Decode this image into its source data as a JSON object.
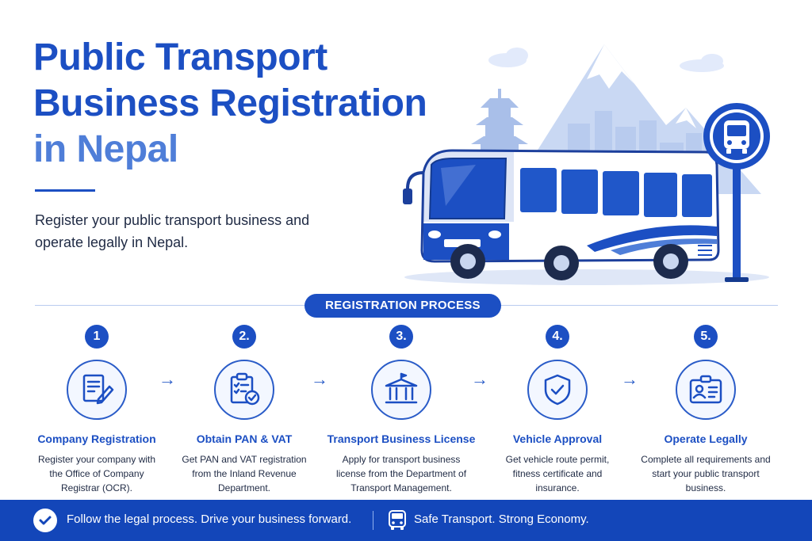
{
  "header": {
    "title_lines": [
      "Public Transport",
      "Business Registration",
      "in Nepal"
    ],
    "subtitle": "Register your public transport business and operate legally in Nepal."
  },
  "illustration": {
    "bus_stop_sign_icon": "bus-icon",
    "scene": [
      "mountain",
      "pagoda-temple",
      "city-skyline",
      "bus",
      "bus-stop-sign"
    ]
  },
  "process": {
    "label": "REGISTRATION PROCESS",
    "steps": [
      {
        "number": "1",
        "icon": "document-pen-icon",
        "title": "Company Registration",
        "description": "Register your company with the Office of Company Registrar (OCR)."
      },
      {
        "number": "2.",
        "icon": "clipboard-check-icon",
        "title": "Obtain PAN & VAT",
        "description": "Get PAN and VAT registration from the Inland Revenue Department."
      },
      {
        "number": "3.",
        "icon": "government-building-icon",
        "title": "Transport Business License",
        "description": "Apply for transport business license from the Department of Transport Management."
      },
      {
        "number": "4.",
        "icon": "shield-check-icon",
        "title": "Vehicle Approval",
        "description": "Get vehicle route permit, fitness certificate and insurance."
      },
      {
        "number": "5.",
        "icon": "id-card-icon",
        "title": "Operate Legally",
        "description": "Complete all requirements and start your public transport business."
      }
    ]
  },
  "footer": {
    "left_text": "Follow the legal process. Drive your business forward.",
    "right_text": "Safe Transport. Strong Economy."
  },
  "colors": {
    "primary": "#1c4fc3",
    "accent": "#4f7ed8",
    "footer": "#1346b9",
    "text": "#1f2a44"
  }
}
